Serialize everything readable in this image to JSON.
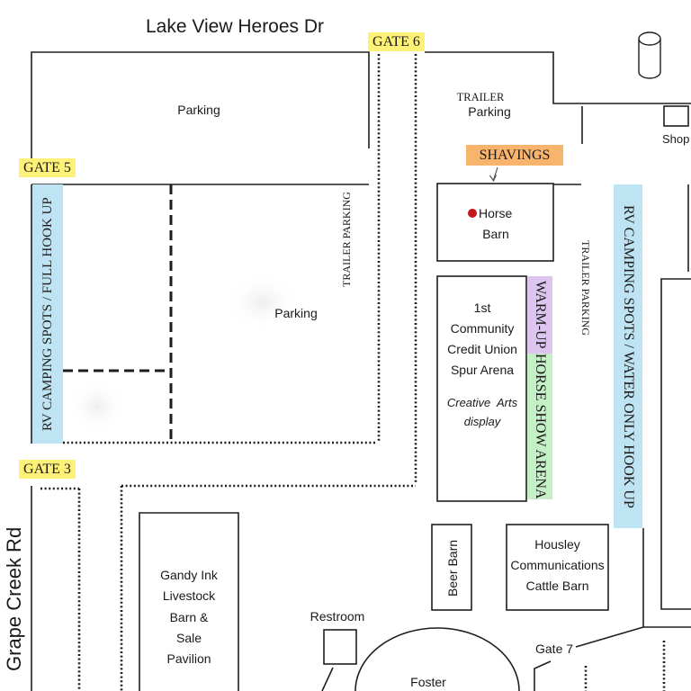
{
  "map": {
    "roads": {
      "top": "Lake View Heroes Dr",
      "left": "Grape Creek Rd"
    },
    "gates": {
      "gate_6": "GATE 6",
      "gate_5": "GATE 5",
      "gate_3": "GATE 3",
      "gate_7": "Gate 7"
    },
    "parking": {
      "north_lot": "Parking",
      "center_lot": "Parking",
      "trailer_top": {
        "line1": "TRAILER",
        "line2": "Parking"
      },
      "trailer_west": "TRAILER PARKING",
      "trailer_east": "TRAILER PARKING"
    },
    "rv_camping": {
      "west": "RV CAMPING SPOTS / FULL HOOK UP",
      "east": "RV CAMPING SPOTS / WATER ONLY HOOK UP"
    },
    "shavings": "SHAVINGS",
    "horse_barn": {
      "line1": "Horse",
      "line2": "Barn"
    },
    "spur_arena": {
      "name_lines": [
        "1st",
        "Community",
        "Credit Union",
        "Spur Arena"
      ],
      "note_lines": [
        "Creative  Arts",
        "display"
      ],
      "warm_up": "WARM-UP",
      "horse_show": "HORSE SHOW ARENA"
    },
    "beer_barn": "Beer Barn",
    "cattle_barn": [
      "Housley",
      "Communications",
      "Cattle Barn"
    ],
    "livestock_pavilion": [
      "Gandy Ink",
      "Livestock",
      "Barn &",
      "Sale",
      "Pavilion"
    ],
    "restroom": "Restroom",
    "foster": "Foster",
    "shop": "Shop"
  },
  "colors": {
    "gate_label": "#fdf178",
    "shavings_label": "#f8b46c",
    "rv_label": "#bee3f3",
    "warm_up_label": "#dcc5ef",
    "horse_show_label": "#c5efc6",
    "horse_barn_marker": "#c8161d",
    "line": "#1e1e1e"
  },
  "icons": {
    "horse_barn_marker": "red-dot",
    "shavings_pointer": "arrow-down",
    "storage_tank": "cylinder"
  }
}
